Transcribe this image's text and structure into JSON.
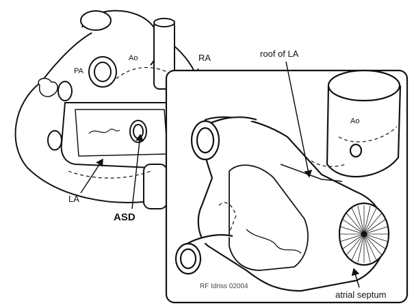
{
  "labels": {
    "ao_left": "Ao",
    "pa": "PA",
    "ra": "RA",
    "la": "LA",
    "asd": "ASD",
    "roof_of_la": "roof of LA",
    "ao_right": "Ao",
    "atrial_septum": "atrial septum",
    "signature": "RF Idriss 02004"
  },
  "colors": {
    "line": "#111111",
    "background": "#ffffff"
  }
}
